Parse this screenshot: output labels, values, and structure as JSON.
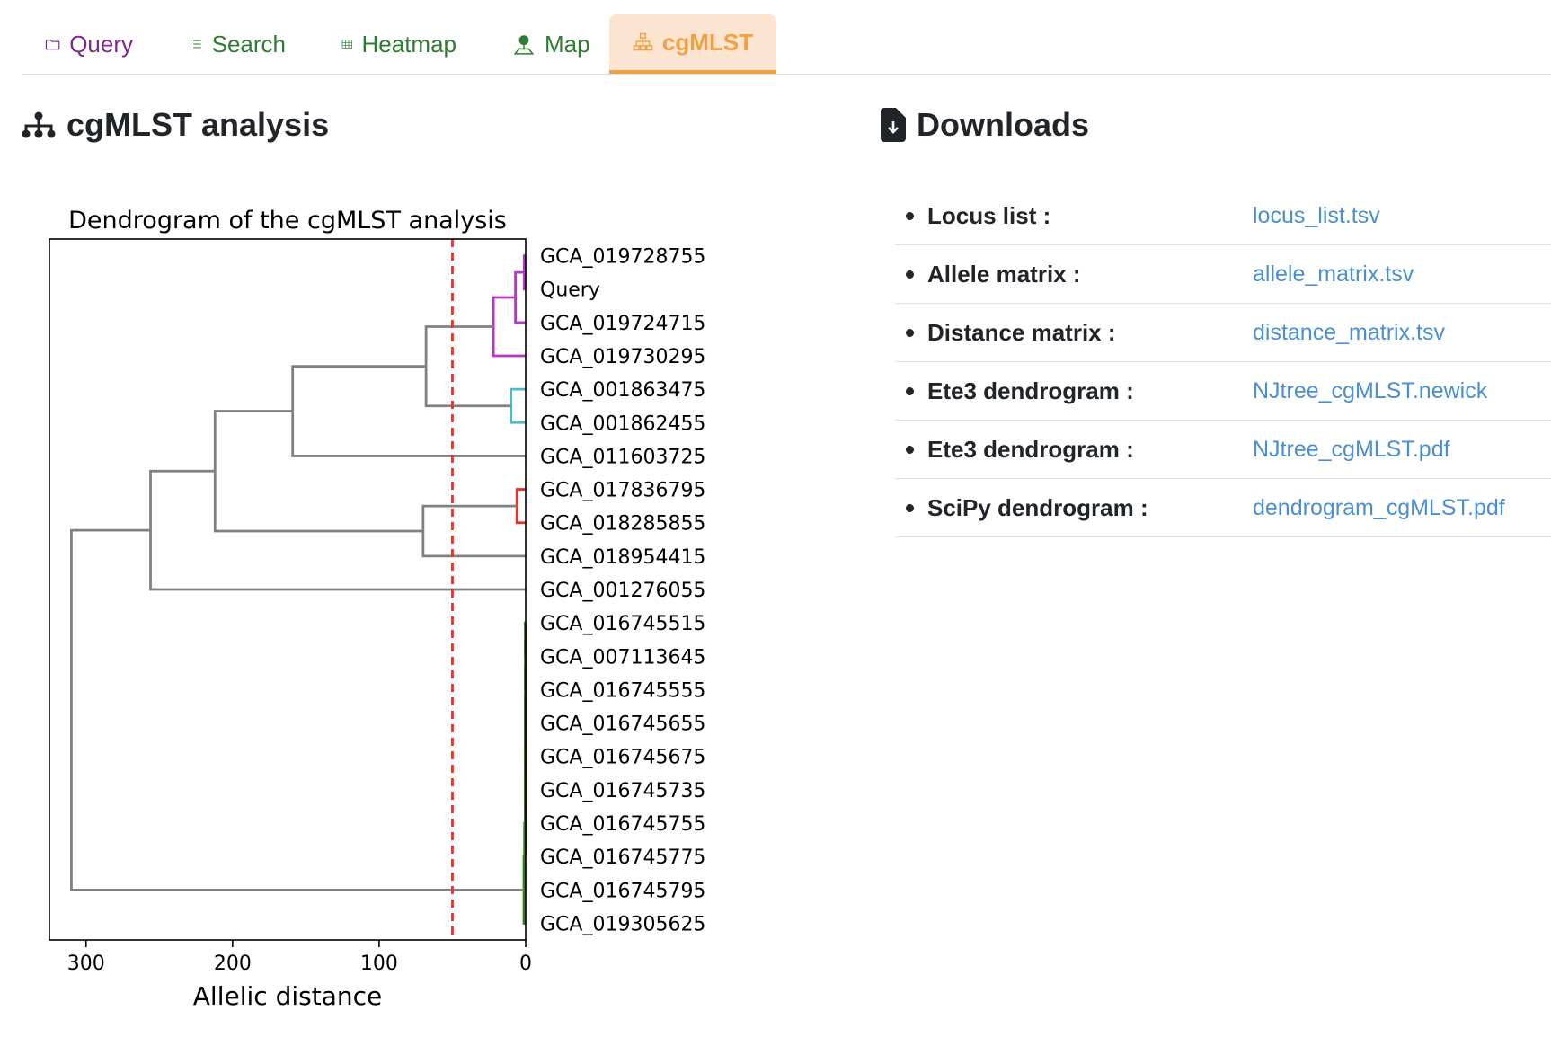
{
  "tabs": [
    {
      "id": "query",
      "label": "Query",
      "icon": "folder-icon",
      "color": "#7b2a8f",
      "active": false
    },
    {
      "id": "search",
      "label": "Search",
      "icon": "list-icon",
      "color": "#2e7d32",
      "active": false
    },
    {
      "id": "heatmap",
      "label": "Heatmap",
      "icon": "grid-icon",
      "color": "#2e7d32",
      "active": false
    },
    {
      "id": "map",
      "label": "Map",
      "icon": "map-pin-icon",
      "color": "#2e7d32",
      "active": false
    },
    {
      "id": "cgmlst",
      "label": "cgMLST",
      "icon": "sitemap-icon",
      "color": "#f0a045",
      "active": true,
      "bg": "#fce5d0"
    }
  ],
  "analysis": {
    "title": "cgMLST analysis",
    "icon": "sitemap-icon"
  },
  "downloads": {
    "title": "Downloads",
    "icon": "file-download-icon",
    "items": [
      {
        "label": "Locus list",
        "sep": ":",
        "link": "locus_list.tsv"
      },
      {
        "label": "Allele matrix",
        "sep": ":",
        "link": "allele_matrix.tsv"
      },
      {
        "label": "Distance matrix",
        "sep": ":",
        "link": "distance_matrix.tsv"
      },
      {
        "label": "Ete3 dendrogram",
        "sep": ":",
        "link": "NJtree_cgMLST.newick"
      },
      {
        "label": "Ete3 dendrogram",
        "sep": ":",
        "link": "NJtree_cgMLST.pdf"
      },
      {
        "label": "SciPy dendrogram",
        "sep": ":",
        "link": "dendrogram_cgMLST.pdf"
      }
    ]
  },
  "chart_data": {
    "type": "dendrogram",
    "title": "Dendrogram of the cgMLST analysis",
    "xlabel": "Allelic distance",
    "xlim": [
      325,
      0
    ],
    "xticks": [
      300,
      200,
      100,
      0
    ],
    "threshold": 50,
    "threshold_color": "#e8312a",
    "leaves": [
      "GCA_019728755",
      "Query",
      "GCA_019724715",
      "GCA_019730295",
      "GCA_001863475",
      "GCA_001862455",
      "GCA_011603725",
      "GCA_017836795",
      "GCA_018285855",
      "GCA_018954415",
      "GCA_001276055",
      "GCA_016745515",
      "GCA_007113645",
      "GCA_016745555",
      "GCA_016745655",
      "GCA_016745675",
      "GCA_016745735",
      "GCA_016745755",
      "GCA_016745775",
      "GCA_016745795",
      "GCA_019305625"
    ],
    "merges": [
      {
        "left": 0,
        "right": 1,
        "height": 1,
        "color": "#b836c4"
      },
      {
        "left": "m0",
        "right": 2,
        "height": 7,
        "color": "#b836c4"
      },
      {
        "left": "m1",
        "right": 3,
        "height": 22,
        "color": "#b836c4"
      },
      {
        "left": 4,
        "right": 5,
        "height": 10,
        "color": "#4bbec4"
      },
      {
        "left": "m2",
        "right": "m3",
        "height": 68,
        "color": "#808080"
      },
      {
        "left": "m4",
        "right": 6,
        "height": 159,
        "color": "#808080"
      },
      {
        "left": 7,
        "right": 8,
        "height": 6,
        "color": "#e8312a"
      },
      {
        "left": "m6",
        "right": 9,
        "height": 70,
        "color": "#808080"
      },
      {
        "left": "m5",
        "right": "m7",
        "height": 212,
        "color": "#808080"
      },
      {
        "left": "m8",
        "right": 10,
        "height": 256,
        "color": "#808080"
      },
      {
        "left": 11,
        "right": 12,
        "height": 0.3,
        "color": "#2e7d1a"
      },
      {
        "left": "m10",
        "right": 13,
        "height": 0.3,
        "color": "#2e7d1a"
      },
      {
        "left": "m11",
        "right": 14,
        "height": 0.3,
        "color": "#2e7d1a"
      },
      {
        "left": "m12",
        "right": 15,
        "height": 0.3,
        "color": "#2e7d1a"
      },
      {
        "left": "m13",
        "right": 16,
        "height": 0.3,
        "color": "#2e7d1a"
      },
      {
        "left": "m14",
        "right": 17,
        "height": 0.3,
        "color": "#2e7d1a"
      },
      {
        "left": "m15",
        "right": 18,
        "height": 0.3,
        "color": "#2e7d1a"
      },
      {
        "left": "m16",
        "right": 19,
        "height": 0.8,
        "color": "#2e7d1a"
      },
      {
        "left": "m17",
        "right": 20,
        "height": 1.2,
        "color": "#2e7d1a"
      },
      {
        "left": "m9",
        "right": "m18",
        "height": 310,
        "color": "#808080"
      }
    ]
  }
}
